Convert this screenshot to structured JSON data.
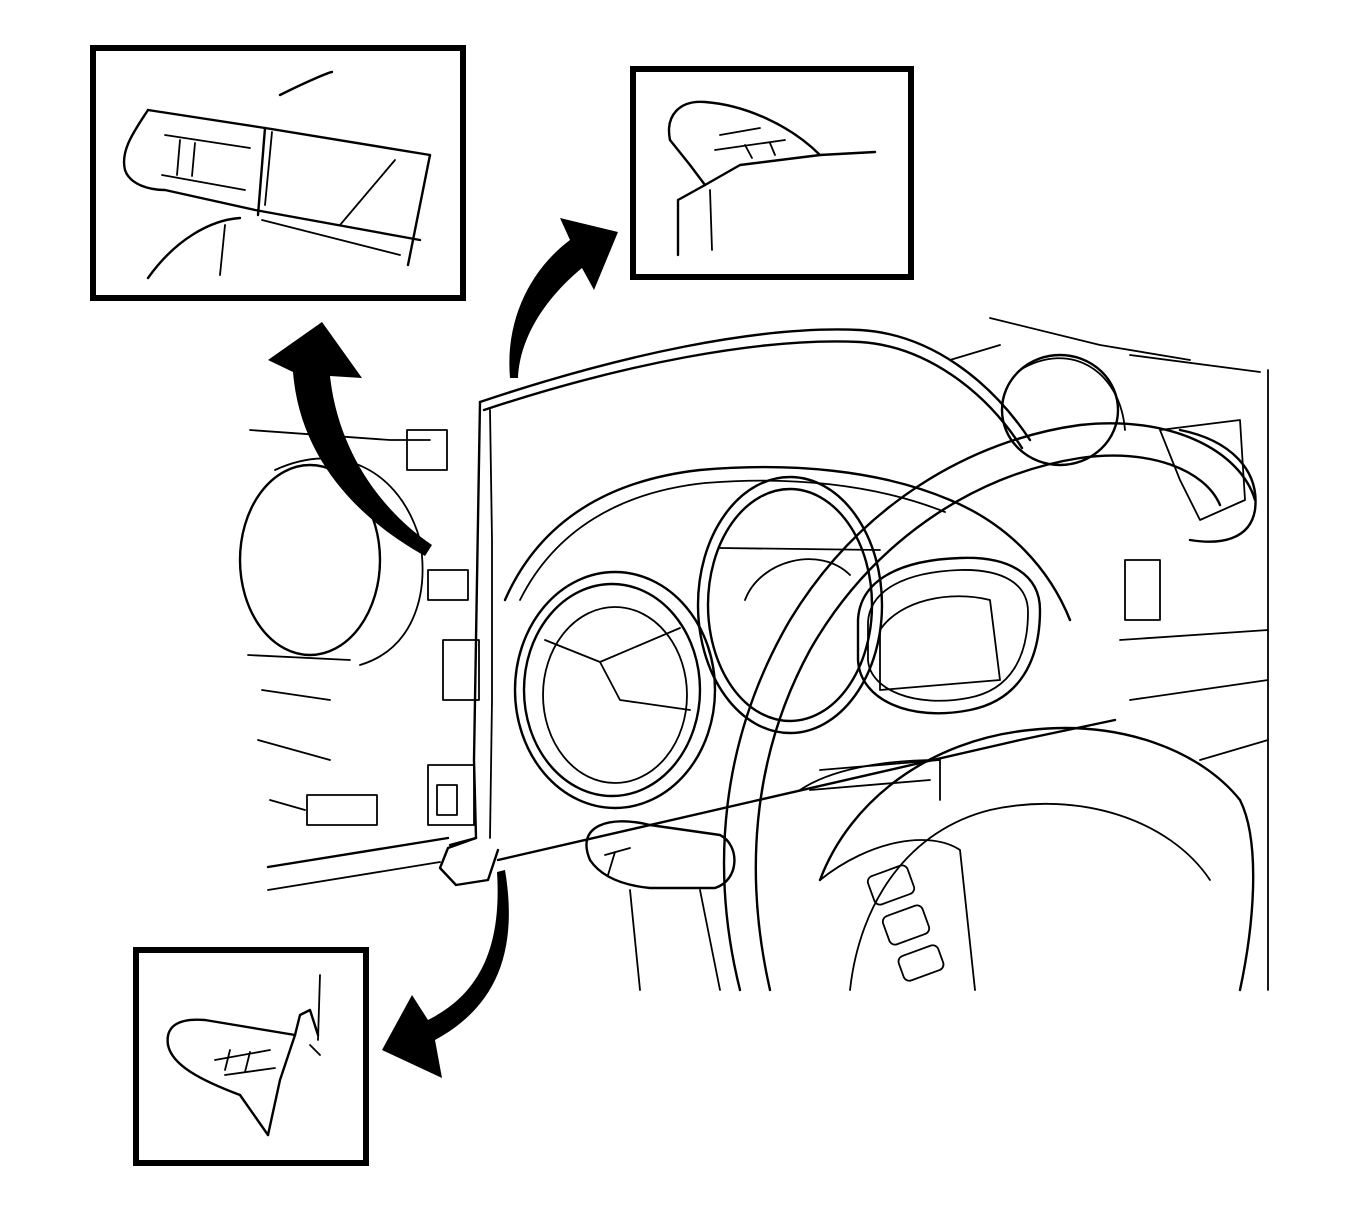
{
  "figure": {
    "background": "#ffffff",
    "line_color": "#000000",
    "insets": [
      {
        "id": "upper-left",
        "icon": "clip-detail-icon"
      },
      {
        "id": "upper-right",
        "icon": "clip-detail-icon"
      },
      {
        "id": "lower-left",
        "icon": "clip-detail-icon"
      }
    ],
    "arrows": [
      {
        "id": "arrow-upper-left",
        "icon": "curved-arrow-icon"
      },
      {
        "id": "arrow-upper-right",
        "icon": "curved-arrow-icon"
      },
      {
        "id": "arrow-lower-left",
        "icon": "curved-arrow-icon"
      }
    ],
    "main_view": "instrument-cluster-trim-bezel-with-steering-wheel"
  }
}
